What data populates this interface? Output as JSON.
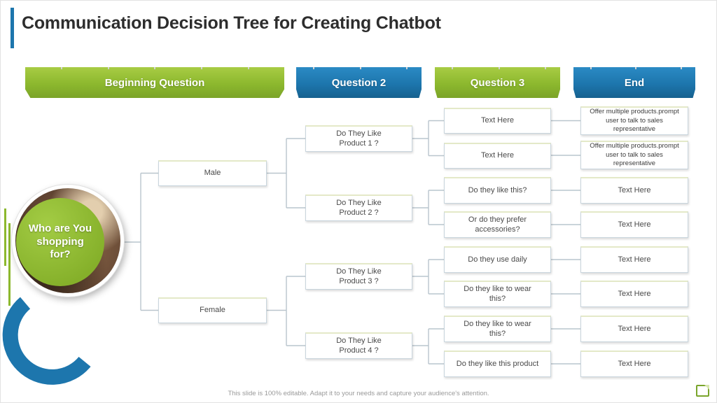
{
  "slide": {
    "title": "Communication Decision Tree for Creating Chatbot",
    "footer": "This slide is 100% editable. Adapt it to your needs and capture your audience's attention."
  },
  "colors": {
    "green": "#8cb82e",
    "blue": "#1d76ad"
  },
  "columns": [
    {
      "label": "Beginning Question",
      "color": "#8cb82e"
    },
    {
      "label": "Question 2",
      "color": "#1d76ad"
    },
    {
      "label": "Question 3",
      "color": "#8cb82e"
    },
    {
      "label": "End",
      "color": "#1d76ad"
    }
  ],
  "root": {
    "label": "Who are You shopping for?"
  },
  "tree": {
    "level1": [
      "Male",
      "Female"
    ],
    "level2": [
      "Do They Like Product 1 ?",
      "Do They Like Product 2 ?",
      "Do They Like Product 3 ?",
      "Do They Like Product 4 ?"
    ],
    "level3": [
      "Text Here",
      "Text Here",
      "Do they like this?",
      "Or do they prefer accessories?",
      "Do they use daily",
      "Do they like to wear this?",
      "Do they like to wear this?",
      "Do they like this product"
    ],
    "level4": [
      "Offer multiple products.prompt user to talk to sales representative",
      "Offer multiple products.prompt user to talk to sales representative",
      "Text Here",
      "Text Here",
      "Text Here",
      "Text Here",
      "Text Here",
      "Text Here"
    ]
  }
}
